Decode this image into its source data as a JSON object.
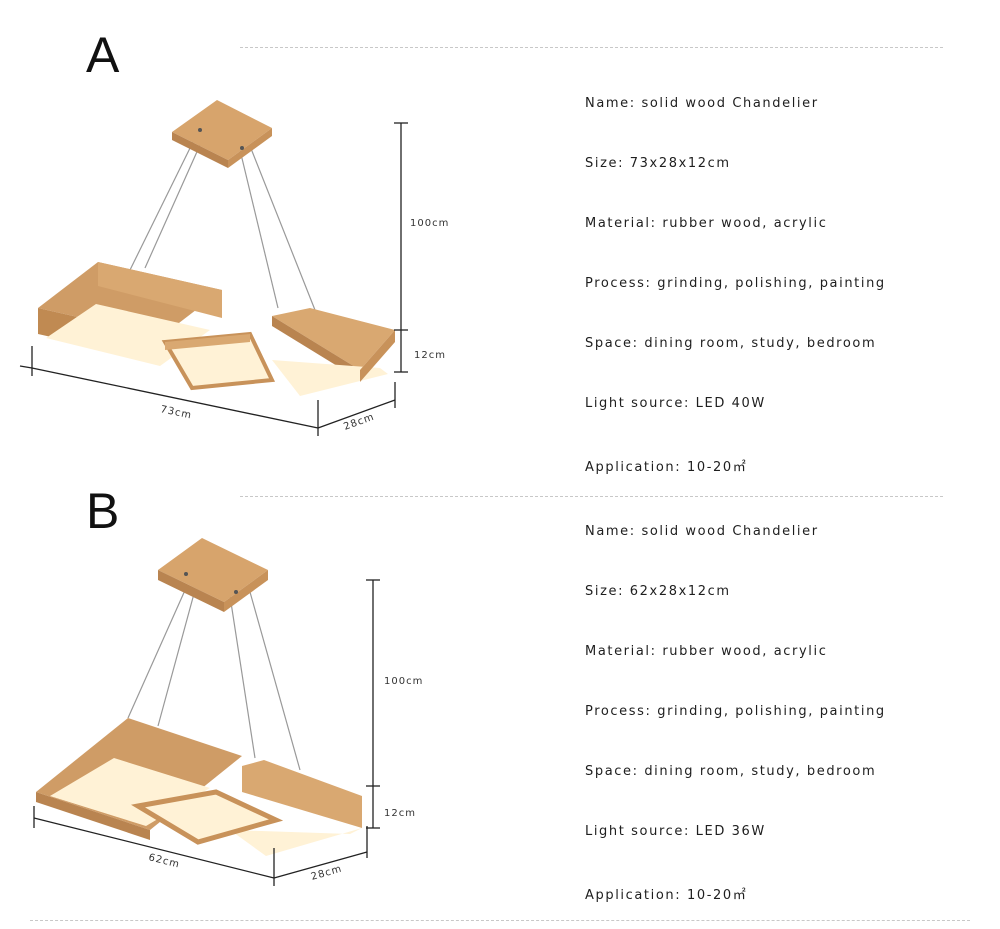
{
  "products": [
    {
      "letter": "A",
      "dims": {
        "height": "100cm",
        "thickness": "12cm",
        "length": "73cm",
        "width": "28cm"
      },
      "specs": [
        "Name: solid wood Chandelier",
        "Size: 73x28x12cm",
        "Material: rubber wood, acrylic",
        "Process: grinding, polishing, painting",
        "Space: dining room, study, bedroom",
        "Light source: LED 40W",
        "Application: 10-20㎡"
      ]
    },
    {
      "letter": "B",
      "dims": {
        "height": "100cm",
        "thickness": "12cm",
        "length": "62cm",
        "width": "28cm"
      },
      "specs": [
        "Name: solid wood Chandelier",
        "Size: 62x28x12cm",
        "Material: rubber wood, acrylic",
        "Process: grinding, polishing, painting",
        "Space: dining room, study, bedroom",
        "Light source: LED 36W",
        "Application: 10-20㎡"
      ]
    }
  ],
  "colors": {
    "wood": "#d9a871",
    "wood_dark": "#b98450",
    "glow": "#fff2d6",
    "line": "#222222",
    "rule": "#c8c8c8"
  }
}
